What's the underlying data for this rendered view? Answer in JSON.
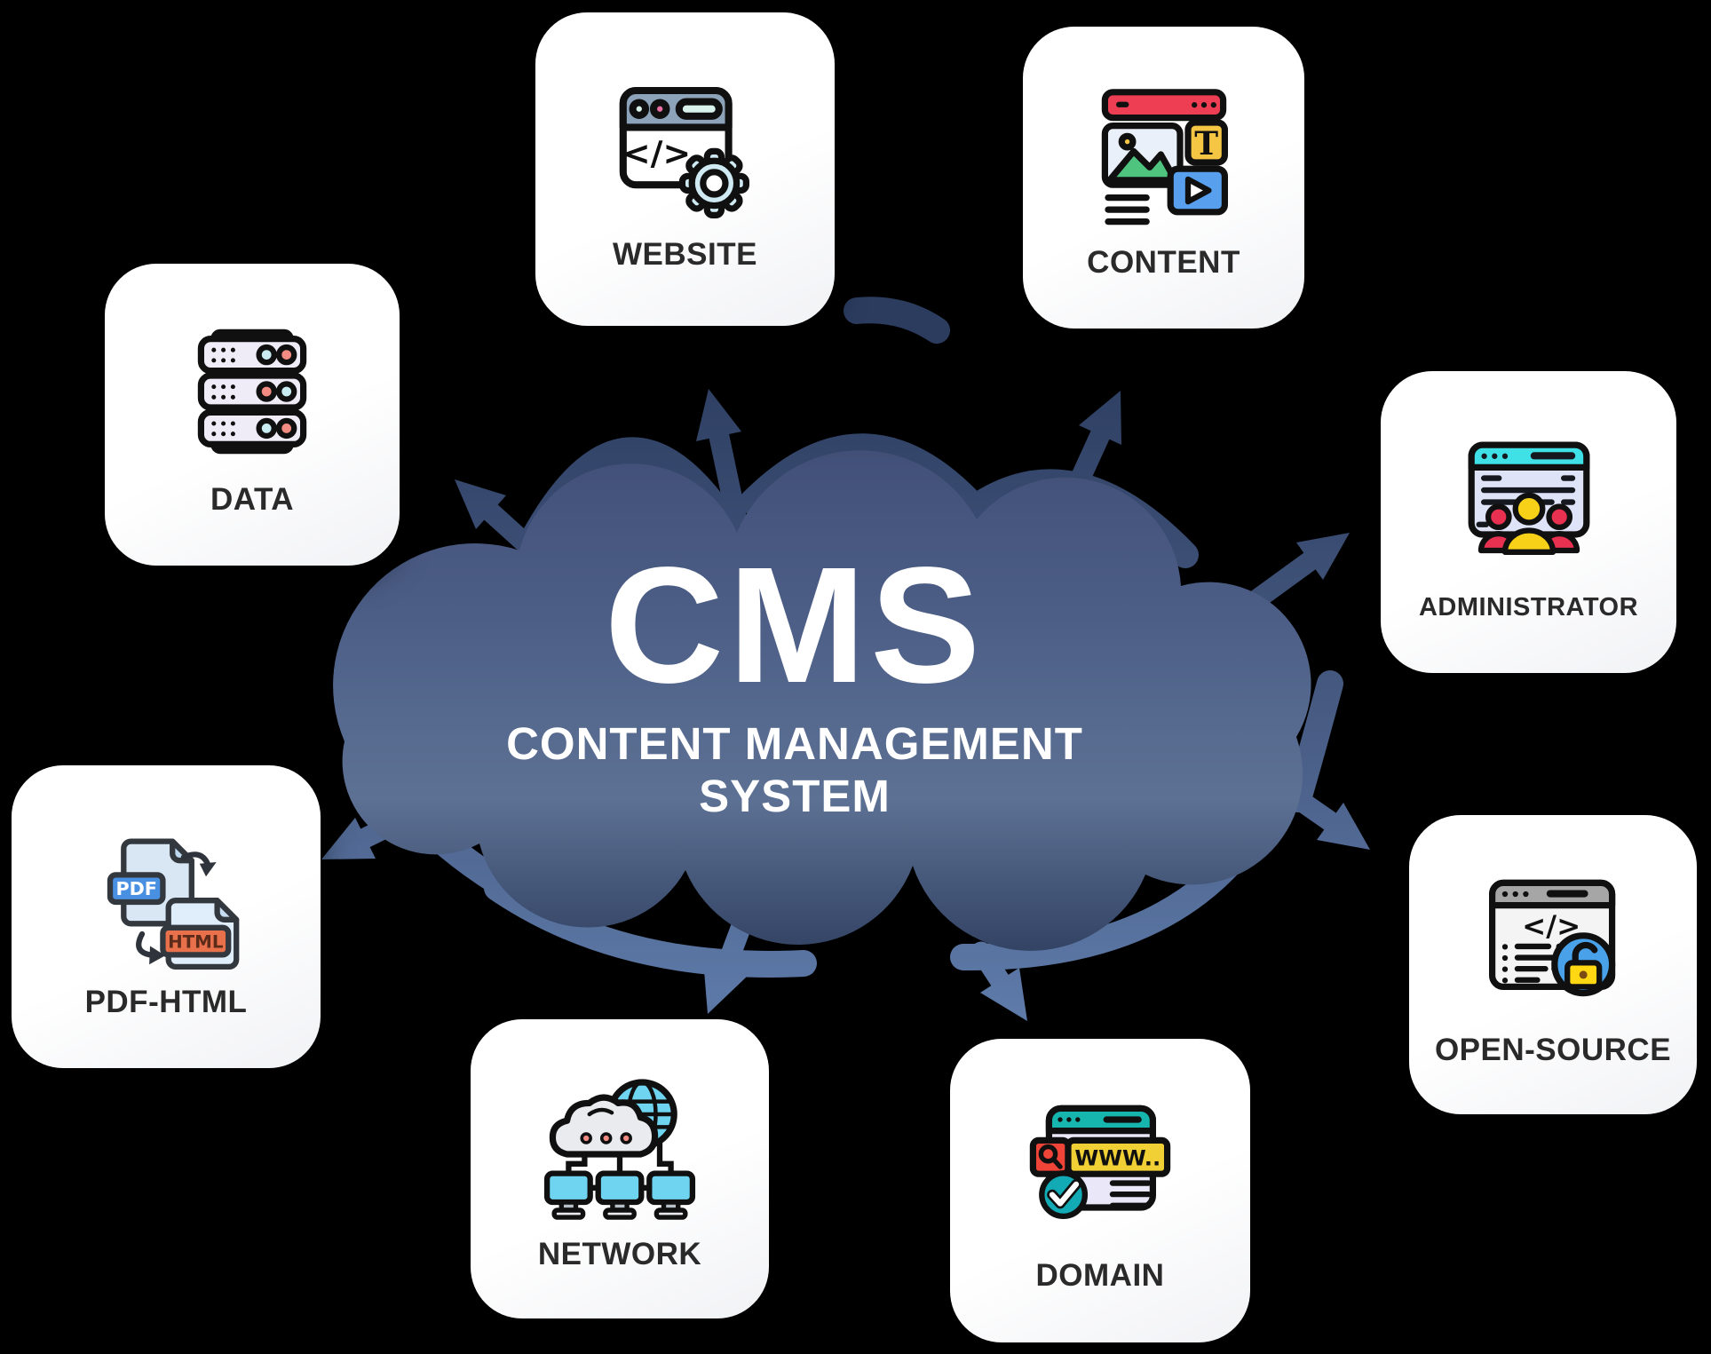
{
  "colors": {
    "background": "#000000",
    "card_background": "#ffffff",
    "label_text": "#2a2a2a",
    "cloud_gradient_top": "#414f77",
    "cloud_gradient_mid": "#5d7194",
    "cloud_gradient_bottom": "#2e3e5f",
    "arrow_gradient_top": "#2b3c5f",
    "arrow_gradient_bottom": "#5f7cab",
    "center_text": "#ffffff"
  },
  "center": {
    "title": "CMS",
    "subtitle_line1": "CONTENT MANAGEMENT",
    "subtitle_line2": "SYSTEM"
  },
  "cards": [
    {
      "id": "website",
      "label": "WEBSITE"
    },
    {
      "id": "content",
      "label": "CONTENT"
    },
    {
      "id": "data",
      "label": "DATA"
    },
    {
      "id": "administrator",
      "label": "ADMINISTRATOR"
    },
    {
      "id": "open-source",
      "label": "OPEN-SOURCE"
    },
    {
      "id": "domain",
      "label": "DOMAIN"
    },
    {
      "id": "network",
      "label": "NETWORK"
    },
    {
      "id": "pdf-html",
      "label": "PDF-HTML"
    }
  ],
  "icon_texts": {
    "website_code": "</>",
    "opensource_code": "</>",
    "content_t": "T",
    "domain_www": "WWW..",
    "pdf": "PDF",
    "html": "HTML"
  }
}
